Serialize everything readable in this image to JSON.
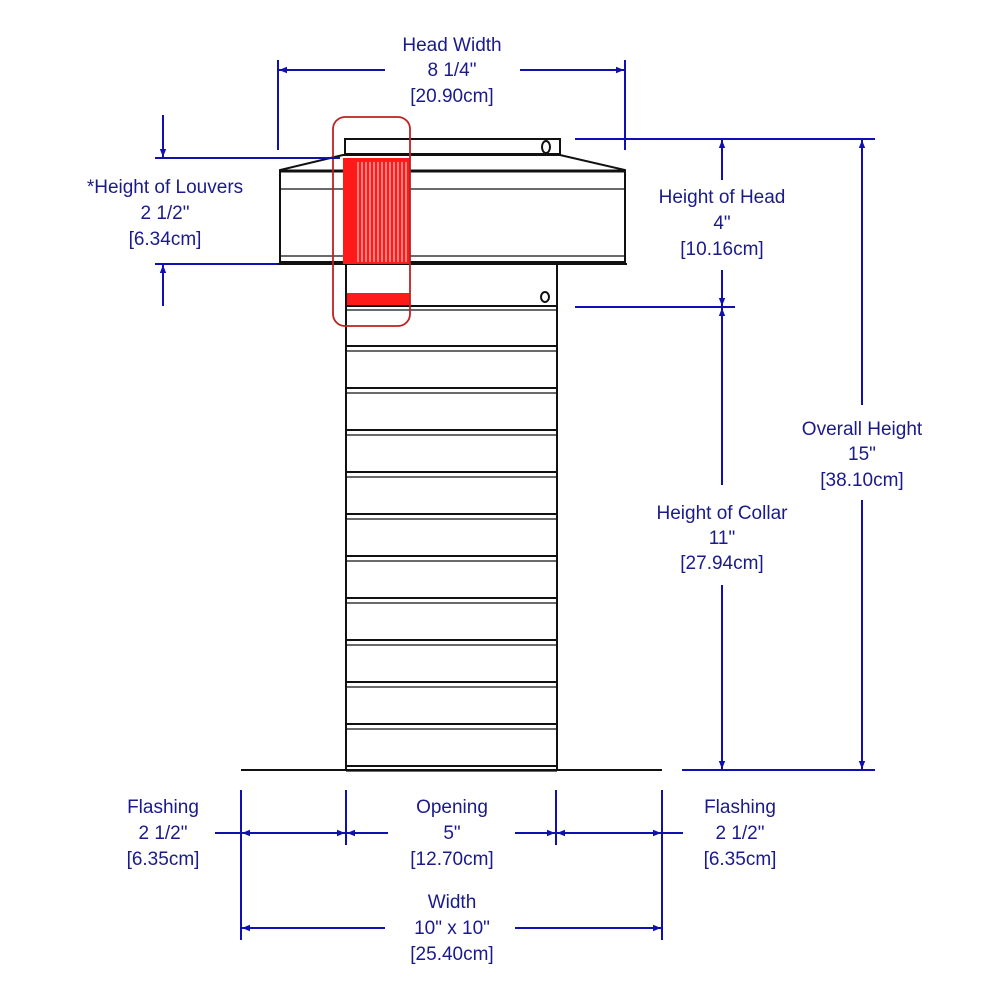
{
  "title": "Roof vent dimension diagram",
  "colors": {
    "dimension": "#1010b0",
    "text": "#1a1a8c",
    "highlight": "#e00000",
    "outline": "#111111"
  },
  "dimensions": {
    "head_width": {
      "label": "Head Width",
      "inches": "8 1/4\"",
      "cm": "[20.90cm]"
    },
    "louvers": {
      "label": "*Height of Louvers",
      "inches": "2 1/2\"",
      "cm": "[6.34cm]"
    },
    "head_height": {
      "label": "Height of Head",
      "inches": "4\"",
      "cm": "[10.16cm]"
    },
    "overall_height": {
      "label": "Overall Height",
      "inches": "15\"",
      "cm": "[38.10cm]"
    },
    "collar_height": {
      "label": "Height of Collar",
      "inches": "11\"",
      "cm": "[27.94cm]"
    },
    "flashing_left": {
      "label": "Flashing",
      "inches": "2 1/2\"",
      "cm": "[6.35cm]"
    },
    "opening": {
      "label": "Opening",
      "inches": "5\"",
      "cm": "[12.70cm]"
    },
    "flashing_right": {
      "label": "Flashing",
      "inches": "2 1/2\"",
      "cm": "[6.35cm]"
    },
    "width": {
      "label": "Width",
      "inches": "10\" x 10\"",
      "cm": "[25.40cm]"
    }
  }
}
